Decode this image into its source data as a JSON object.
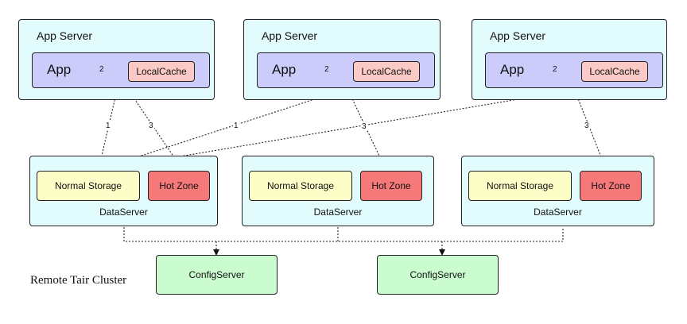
{
  "app_servers": [
    {
      "title": "App Server",
      "app": "App",
      "link": "2",
      "cache": "LocalCache"
    },
    {
      "title": "App Server",
      "app": "App",
      "link": "2",
      "cache": "LocalCache"
    },
    {
      "title": "App Server",
      "app": "App",
      "link": "2",
      "cache": "LocalCache"
    }
  ],
  "data_servers": [
    {
      "normal": "Normal Storage",
      "hot": "Hot Zone",
      "label": "DataServer"
    },
    {
      "normal": "Normal Storage",
      "hot": "Hot Zone",
      "label": "DataServer"
    },
    {
      "normal": "Normal Storage",
      "hot": "Hot Zone",
      "label": "DataServer"
    }
  ],
  "config_servers": [
    "ConfigServer",
    "ConfigServer"
  ],
  "cluster_label": "Remote Tair Cluster",
  "edge_labels": {
    "l1a": "1",
    "l3a": "3",
    "l1b": "1",
    "l3b": "3",
    "l3c": "3"
  }
}
